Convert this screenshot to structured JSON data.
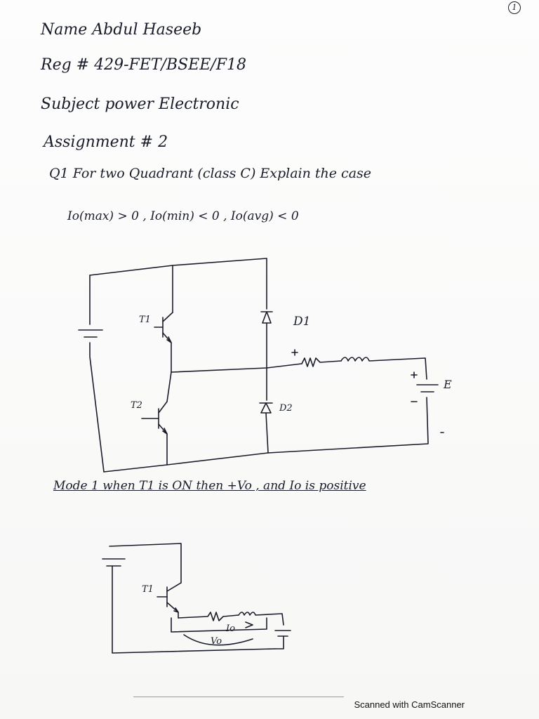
{
  "page_number": "1",
  "header": {
    "name": "Name  Abdul Haseeb",
    "reg": "Reg # 429-FET/BSEE/F18",
    "subject": "Subject  power Electronic",
    "assignment": "Assignment # 2"
  },
  "question": {
    "prompt": "Q1  For  two  Quadrant (class C) Explain the case",
    "condition": "Io(max) > 0 ,  Io(min) < 0 ,  Io(avg) < 0"
  },
  "circuit1": {
    "t1": "T1",
    "t2": "T2",
    "d1": "D1",
    "d2": "D2",
    "e": "E"
  },
  "mode1": {
    "text": "Mode 1 when  T1  is  ON  then  +Vo , and Io is positive"
  },
  "circuit2": {
    "t1": "T1",
    "io": "Io",
    "vo": "Vo"
  },
  "footer": "Scanned with CamScanner"
}
